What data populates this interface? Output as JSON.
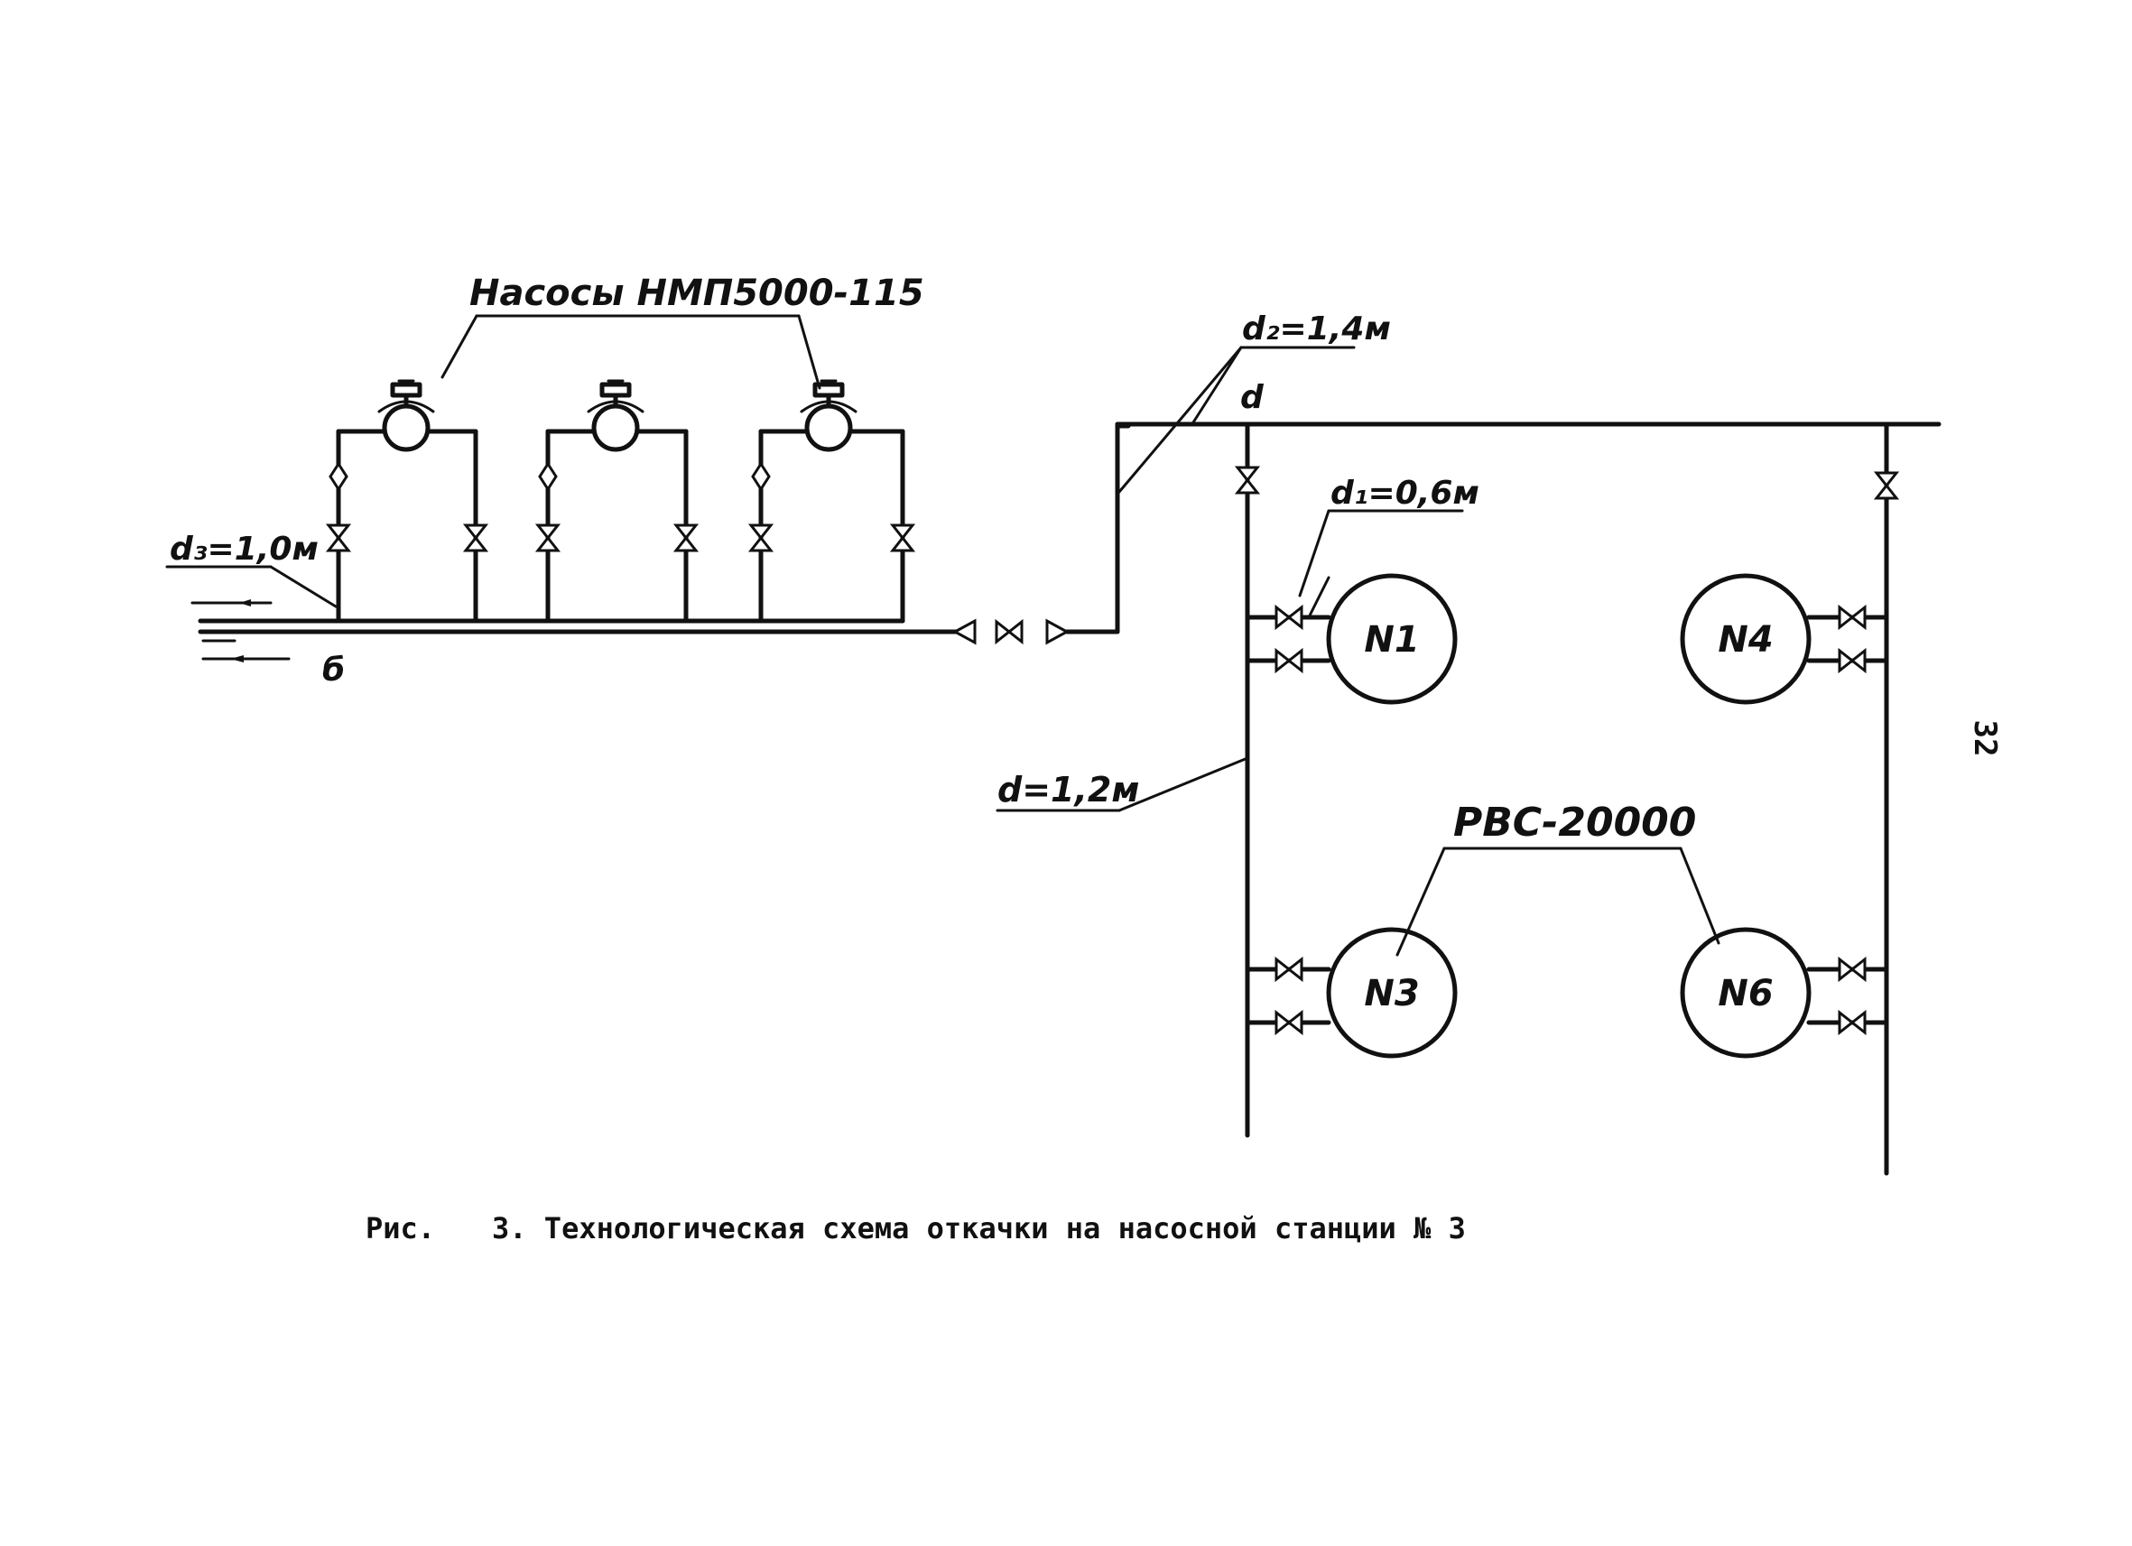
{
  "labels": {
    "pumps": "Насосы НМП5000-115",
    "d3": "d₃=1,0м",
    "b": "б",
    "d2": "d₂=1,4м",
    "d_small": "d",
    "d1": "d₁=0,6м",
    "d": "d=1,2м",
    "tanks_group": "РВС-20000"
  },
  "tanks": [
    "N1",
    "N4",
    "N3",
    "N6"
  ],
  "page_number": "32",
  "caption": {
    "prefix": "Рис.",
    "text": "3. Технологическая схема откачки на насосной станции № 3"
  }
}
